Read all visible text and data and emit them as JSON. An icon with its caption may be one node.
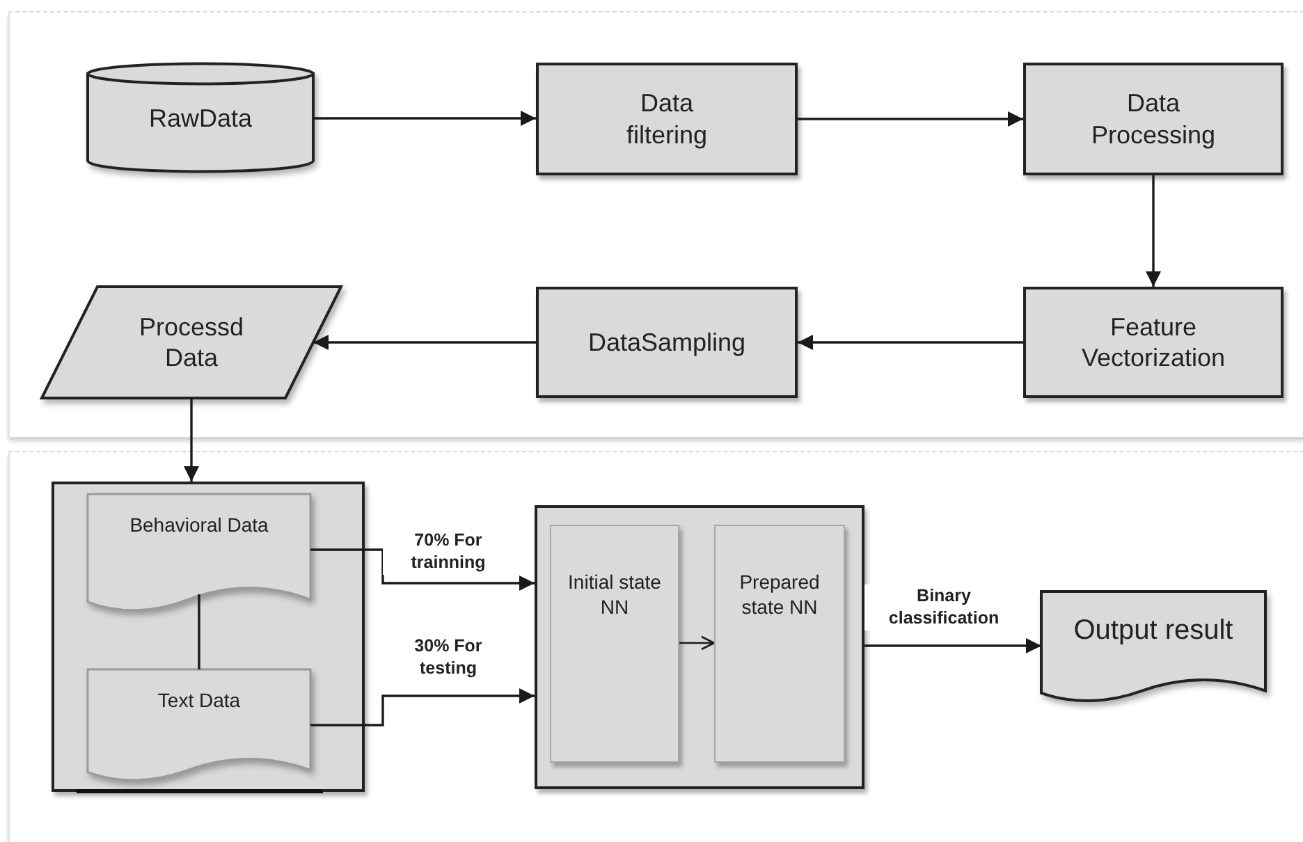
{
  "diagram": {
    "nodes": [
      {
        "text": [
          "RawData"
        ]
      },
      {
        "text": [
          "Data filtering"
        ]
      },
      {
        "text": [
          "Data Processing"
        ]
      },
      {
        "text": [
          "Feature Vectorization"
        ]
      },
      {
        "text": [
          "DataSampling"
        ]
      },
      {
        "text": [
          "Processd Data"
        ]
      },
      {
        "text": [],
        "shape": "box"
      },
      {
        "text": [
          "Behavioral Data"
        ],
        "in": 6
      },
      {
        "text": [
          "Text Data"
        ],
        "in": 6
      },
      {
        "text": [],
        "shape": "box"
      },
      {
        "text": [
          "Initial state NN"
        ],
        "in": 9
      },
      {
        "text": [
          "Prepared state NN"
        ],
        "in": 9
      },
      {
        "text": [
          "Output result"
        ]
      }
    ],
    "edges": [
      {
        "from": 0,
        "to": 1,
        "arrow": "to"
      },
      {
        "from": 1,
        "to": 2,
        "arrow": "to"
      },
      {
        "from": 2,
        "to": 3,
        "arrow": "to"
      },
      {
        "from": 3,
        "to": 4,
        "arrow": "to"
      },
      {
        "from": 4,
        "to": 5,
        "arrow": "to"
      },
      {
        "from": 5,
        "to": 6,
        "arrow": "to"
      },
      {
        "from": 7,
        "to": 8,
        "arrow": "none"
      },
      {
        "from": 7,
        "to": 9,
        "arrow": "to",
        "label": "70% For trainning"
      },
      {
        "from": 8,
        "to": 9,
        "arrow": "to",
        "label": "30% For testing"
      },
      {
        "from": 10,
        "to": 11,
        "arrow": "to"
      },
      {
        "from": 9,
        "to": 12,
        "arrow": "to",
        "label": "Binary classification"
      }
    ]
  }
}
